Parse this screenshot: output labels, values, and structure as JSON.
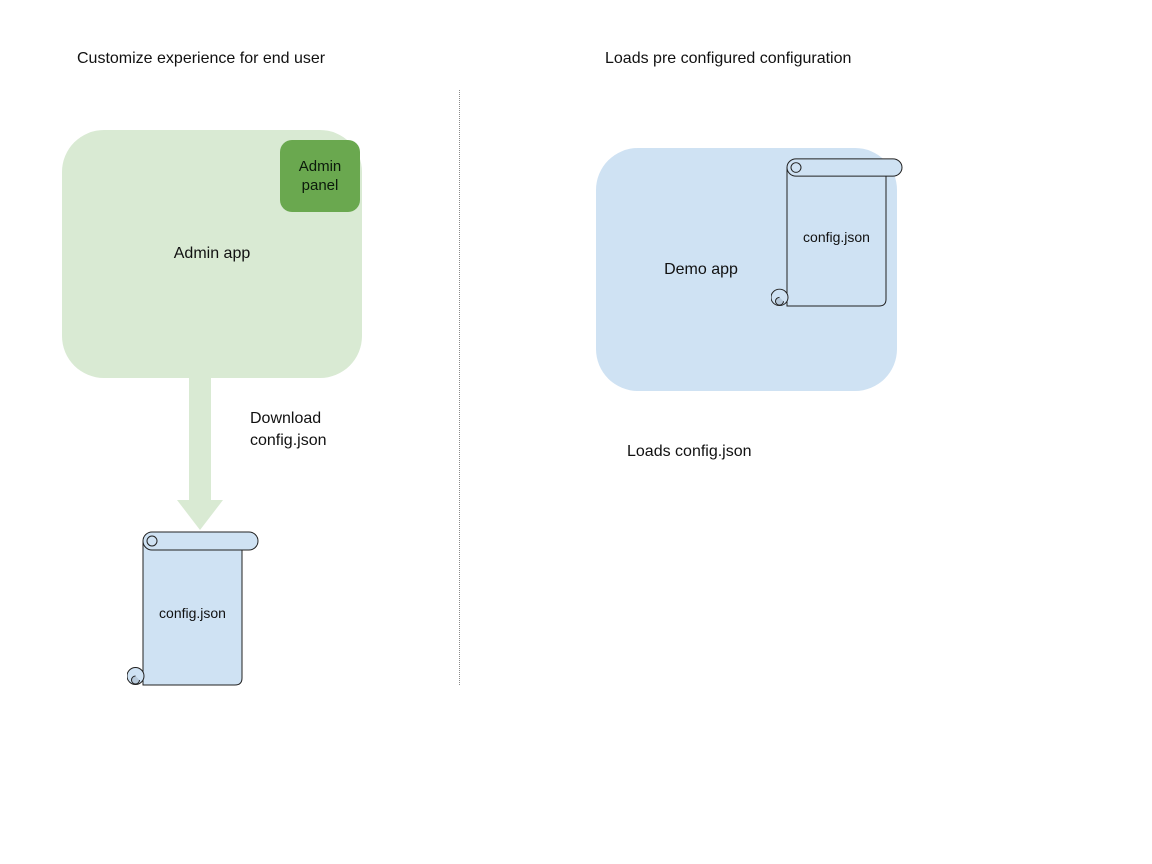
{
  "left": {
    "title": "Customize experience for end user",
    "admin_app_label": "Admin app",
    "admin_panel_label": "Admin panel",
    "download_label": "Download\nconfig.json",
    "config_file_label": "config.json"
  },
  "right": {
    "title": "Loads pre configured configuration",
    "demo_app_label": "Demo app",
    "config_file_label": "config.json",
    "loads_label": "Loads config.json"
  },
  "colors": {
    "admin_app_fill": "#d9ead3",
    "admin_panel_fill": "#6aa84f",
    "demo_app_fill": "#cfe2f3",
    "scroll_fill": "#cfe2f3",
    "arrow_fill": "#d9ead3",
    "divider": "#8a8a8a",
    "outline": "#222222"
  }
}
